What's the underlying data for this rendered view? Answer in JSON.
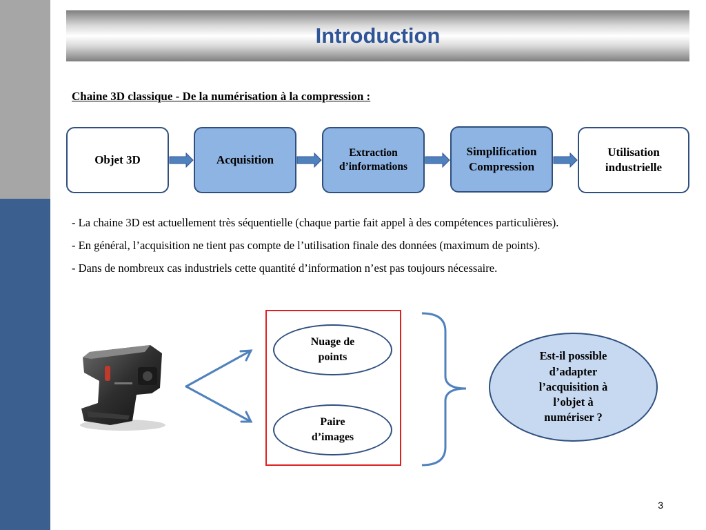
{
  "header": {
    "title": "Introduction"
  },
  "subtitle": "Chaine 3D classique - De la numérisation à la compression :",
  "pipeline": [
    {
      "id": "objet",
      "line1": "Objet 3D",
      "line2": ""
    },
    {
      "id": "acquisition",
      "line1": "Acquisition",
      "line2": ""
    },
    {
      "id": "extraction",
      "line1": "Extraction",
      "line2": "d’informations"
    },
    {
      "id": "simplification",
      "line1": "Simplification",
      "line2": "Compression"
    },
    {
      "id": "utilisation",
      "line1": "Utilisation",
      "line2": "industrielle"
    }
  ],
  "bullets": [
    "-  La chaine 3D est actuellement très séquentielle (chaque partie fait appel à des compétences particulières).",
    "-  En général, l’acquisition ne tient pas compte de l’utilisation finale des données (maximum de points).",
    "-  Dans de nombreux cas industriels cette quantité d’information n’est pas toujours nécessaire."
  ],
  "outputs": {
    "nuage_line1": "Nuage de",
    "nuage_line2": "points",
    "paire_line1": "Paire",
    "paire_line2": "d’images"
  },
  "question": {
    "line1": "Est-il possible",
    "line2": "d’adapter",
    "line3": "l’acquisition à",
    "line4": "l’objet à",
    "line5": "numériser ?"
  },
  "page_number": "3",
  "colors": {
    "title": "#2f5597",
    "node_fill": "#8eb4e3",
    "node_border": "#2f4f7f",
    "arrow": "#4f81bd",
    "red_frame": "#e02020",
    "question_fill": "#c6d9f1",
    "side_grey": "#a6a6a6",
    "side_blue": "#3b6090"
  },
  "icons": {
    "scanner": "3d-scanner-device"
  }
}
